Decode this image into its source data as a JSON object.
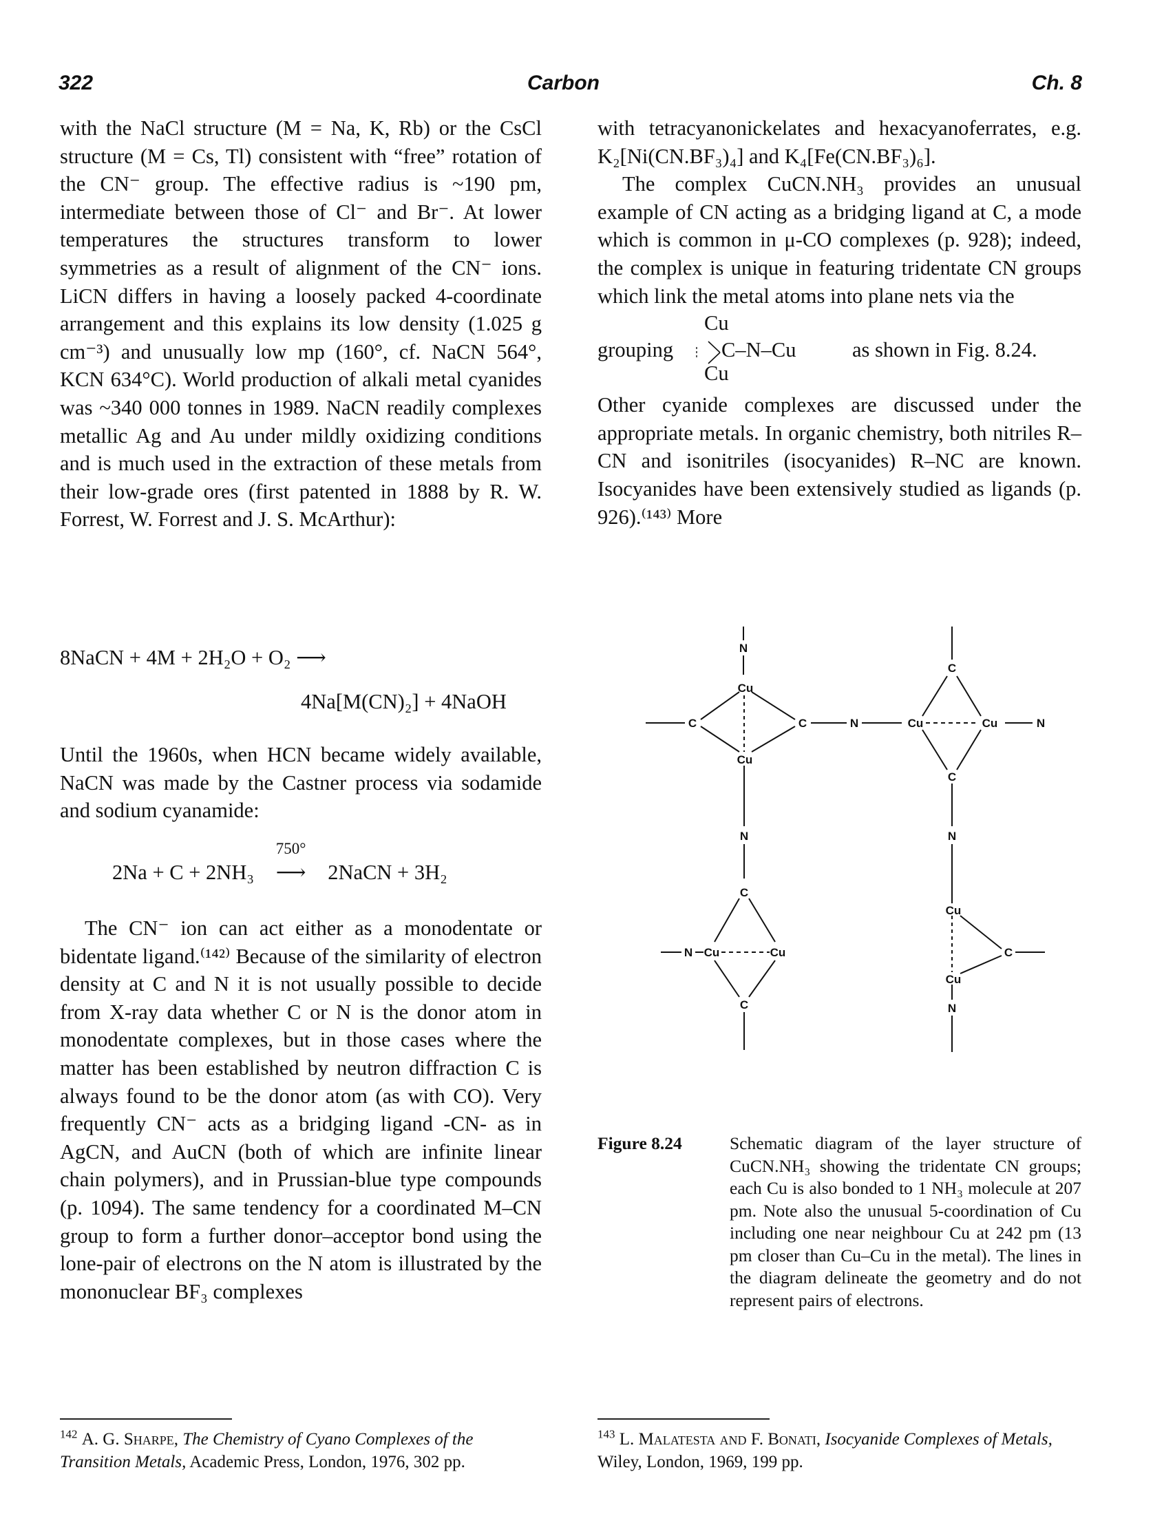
{
  "header": {
    "page_number": "322",
    "title": "Carbon",
    "chapter": "Ch. 8"
  },
  "left": {
    "p1": "with the NaCl structure (M = Na, K, Rb) or the CsCl structure (M = Cs, Tl) consistent with “free” rotation of the CN⁻ group. The effective radius is ~190 pm, intermediate between those of Cl⁻ and Br⁻. At lower temperatures the structures transform to lower symmetries as a result of alignment of the CN⁻ ions. LiCN differs in having a loosely packed 4-coordinate arrangement and this explains its low density (1.025 g cm⁻³) and unusually low mp (160°, cf. NaCN 564°, KCN 634°C). World production of alkali metal cyanides was ~340 000 tonnes in 1989. NaCN readily complexes metallic Ag and Au under mildly oxidizing conditions and is much used in the extraction of these metals from their low-grade ores (first patented in 1888 by R. W. Forrest, W. Forrest and J. S. McArthur):",
    "eq1_line1": "8NaCN + 4M + 2H₂O + O₂ ⟶",
    "eq1_line2": "4Na[M(CN)₂] + 4NaOH",
    "p2": "Until the 1960s, when HCN became widely available, NaCN was made by the Castner process via sodamide and sodium cyanamide:",
    "eq2_cond": "750°",
    "eq2_left": "2Na + C + 2NH₃",
    "eq2_right": "2NaCN + 3H₂",
    "p3": "The CN⁻ ion can act either as a monodentate or bidentate ligand.⁽¹⁴²⁾ Because of the similarity of electron density at C and N it is not usually possible to decide from X-ray data whether C or N is the donor atom in monodentate complexes, but in those cases where the matter has been established by neutron diffraction C is always found to be the donor atom (as with CO). Very frequently CN⁻ acts as a bridging ligand -CN- as in AgCN, and AuCN (both of which are infinite linear chain polymers), and in Prussian-blue type compounds (p. 1094). The same tendency for a coordinated M–CN group to form a further donor–acceptor bond using the lone-pair of electrons on the N atom is illustrated by the mononuclear BF₃ complexes"
  },
  "right": {
    "p1": "with tetracyanonickelates and hexacyanoferrates, e.g. K₂[Ni(CN.BF₃)₄] and K₄[Fe(CN.BF₃)₆].",
    "p2": "The complex CuCN.NH₃ provides an unusual example of CN acting as a bridging ligand at C, a mode which is common in μ-CO complexes (p. 928); indeed, the complex is unique in featuring tridentate CN groups which link the metal atoms into plane nets via the",
    "grouping_word": "grouping",
    "grouping_rest": "as shown in Fig. 8.24.",
    "p3": "Other cyanide complexes are discussed under the appropriate metals. In organic chemistry, both nitriles R–CN and isonitriles (isocyanides) R–NC are known. Isocyanides have been extensively studied as ligands (p. 926).⁽¹⁴³⁾ More"
  },
  "grouping_formula": {
    "cu_top": "Cu",
    "cu_bottom": "Cu",
    "chain": "C–N–Cu"
  },
  "figure_atoms": {
    "n": "N",
    "c": "C",
    "cu": "Cu"
  },
  "caption": {
    "label": "Figure 8.24",
    "text": "Schematic diagram of the layer structure of CuCN.NH₃ showing the tridentate CN groups; each Cu is also bonded to 1 NH₃ molecule at 207 pm. Note also the unusual 5-coordination of Cu including one near neighbour Cu at 242 pm (13 pm closer than Cu–Cu in the metal). The lines in the diagram delineate the geometry and do not represent pairs of electrons."
  },
  "footnotes": {
    "fn142_num": "142",
    "fn142_authors": "A. G. Sharpe,",
    "fn142_title": "The Chemistry of Cyano Complexes of the Transition Metals,",
    "fn142_pub": "Academic Press, London, 1976, 302 pp.",
    "fn143_num": "143",
    "fn143_authors": "L. Malatesta and F. Bonati,",
    "fn143_title": "Isocyanide Complexes of Metals,",
    "fn143_pub": "Wiley, London, 1969, 199 pp."
  }
}
